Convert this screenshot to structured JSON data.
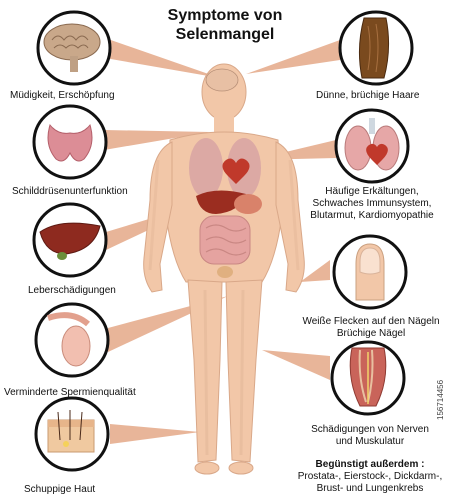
{
  "title": {
    "line1": "Symptome von",
    "line2": "Selenmangel"
  },
  "symptoms_left": [
    {
      "icon": "brain-icon",
      "label": "Müdigkeit, Erschöpfung"
    },
    {
      "icon": "thyroid-icon",
      "label": "Schilddrüsenunterfunktion"
    },
    {
      "icon": "liver-icon",
      "label": "Leberschädigungen"
    },
    {
      "icon": "testicle-icon",
      "label": "Verminderte Spermienqualität"
    },
    {
      "icon": "skin-icon",
      "label": "Schuppige Haut"
    }
  ],
  "symptoms_right": [
    {
      "icon": "hair-icon",
      "label": "Dünne, brüchige Haare"
    },
    {
      "icon": "lungs-heart-icon",
      "lines": [
        "Häufige Erkältungen,",
        "Schwaches Immunsystem,",
        "Blutarmut, Kardiomyopathie"
      ]
    },
    {
      "icon": "fingernail-icon",
      "lines": [
        "Weiße Flecken auf den Nägeln",
        "Brüchige Nägel"
      ]
    },
    {
      "icon": "muscle-nerve-icon",
      "lines": [
        "Schädigungen von Nerven",
        "und Muskulatur"
      ]
    }
  ],
  "footer": {
    "heading": "Begünstigt außerdem :",
    "lines": [
      "Prostata-, Eierstock-, Dickdarm-,",
      "Brust- und Lungenkrebs"
    ]
  },
  "stock_id": "156714456",
  "colors": {
    "skin": "#f2c7a8",
    "connector": "#e4a98a",
    "circle_border": "#111111",
    "organ_red": "#c0392b"
  }
}
